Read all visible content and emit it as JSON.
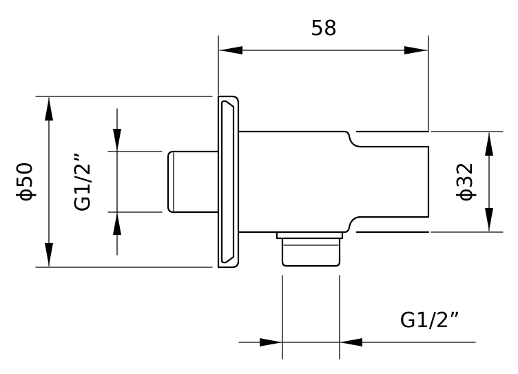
{
  "dimensions": {
    "length": "58",
    "flange_diameter": "ϕ50",
    "body_diameter": "ϕ32",
    "inlet_thread": "G1/2”",
    "outlet_thread": "G1/2”"
  }
}
